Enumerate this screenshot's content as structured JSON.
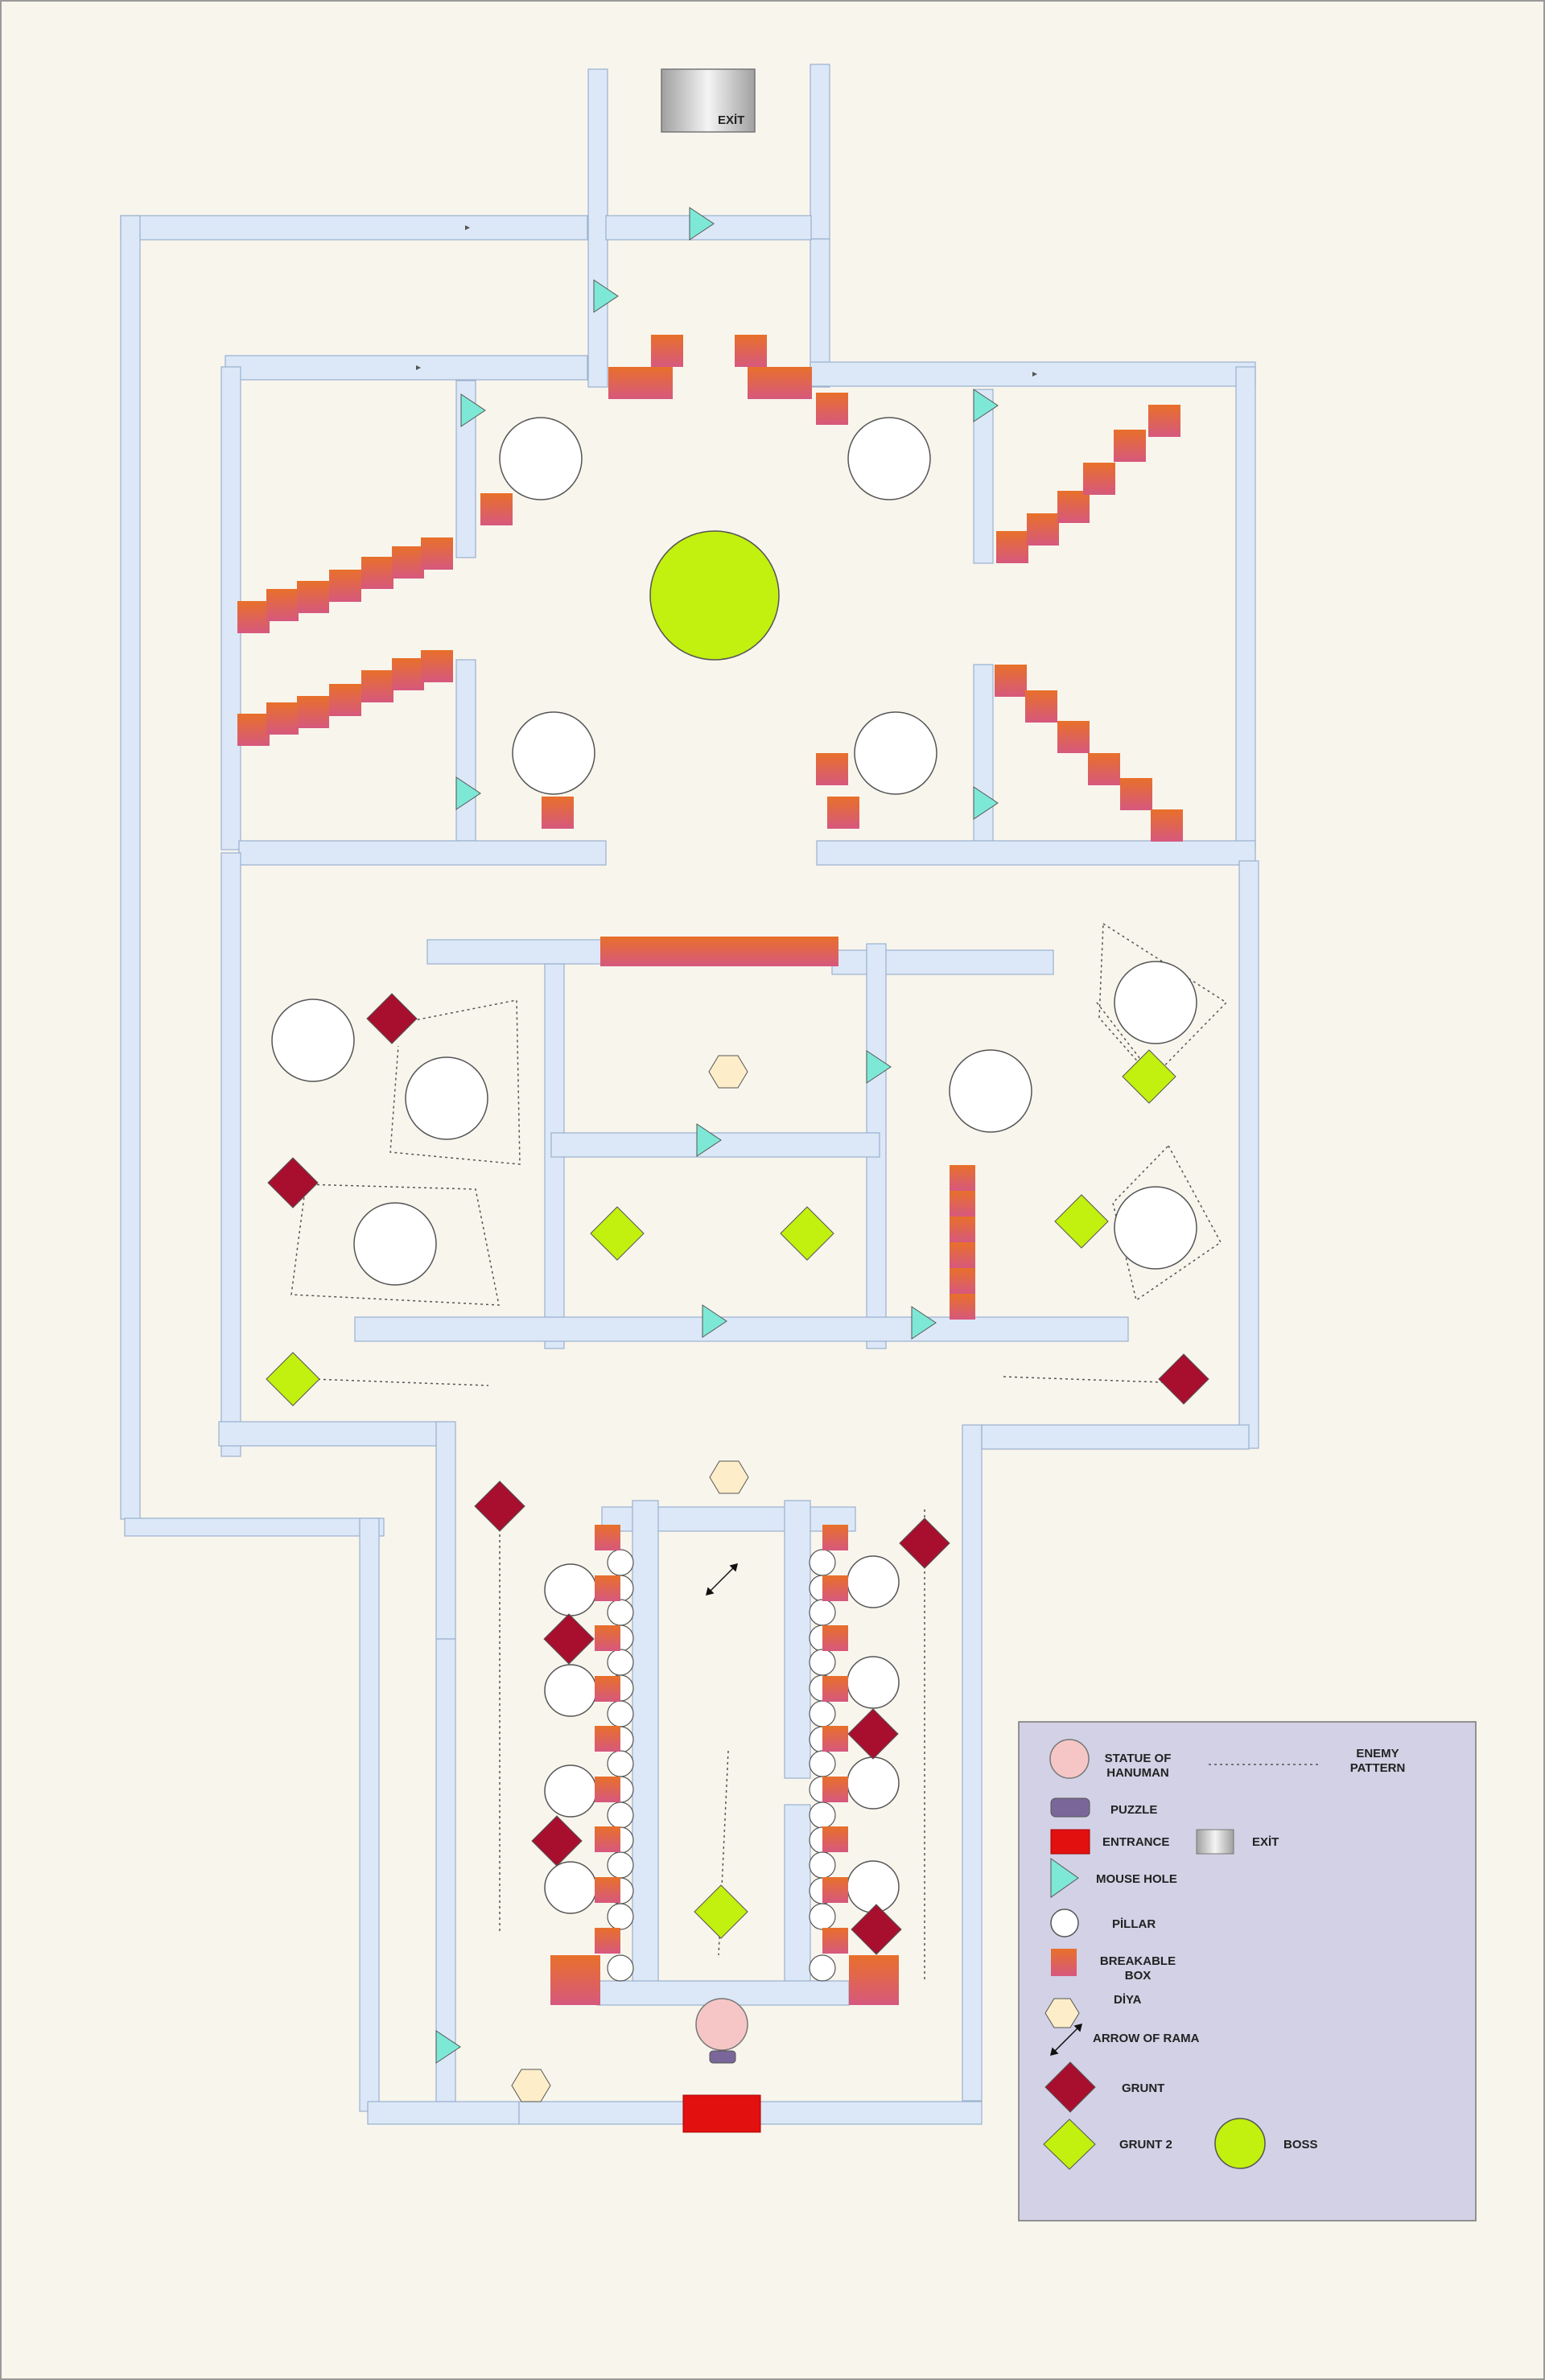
{
  "exit_label": "EXİT",
  "colors": {
    "background": "#f8f5ed",
    "wall_fill": "#dce8f7",
    "wall_stroke": "#9ab0cf",
    "box_top": "#e8702a",
    "box_bottom": "#d6587e",
    "pillar": "#ffffff",
    "mouse_hole": "#7ee8d6",
    "grunt": "#a80f2e",
    "grunt2": "#c2f00f",
    "boss": "#c2f00f",
    "diya": "#fdeec9",
    "statue": "#f6c6c6",
    "puzzle": "#7b6699",
    "entrance": "#e31010",
    "legend_bg": "#d2d1e6"
  },
  "legend": {
    "statue": "STATUE OF HANUMAN",
    "enemy_pattern": "ENEMY PATTERN",
    "puzzle": "PUZZLE",
    "entrance": "ENTRANCE",
    "exit": "EXİT",
    "mouse_hole": "MOUSE HOLE",
    "pillar": "PİLLAR",
    "breakable_box": "BREAKABLE BOX",
    "diya": "DİYA",
    "arrow": "ARROW OF RAMA",
    "grunt": "GRUNT",
    "grunt2": "GRUNT 2",
    "boss": "BOSS"
  }
}
